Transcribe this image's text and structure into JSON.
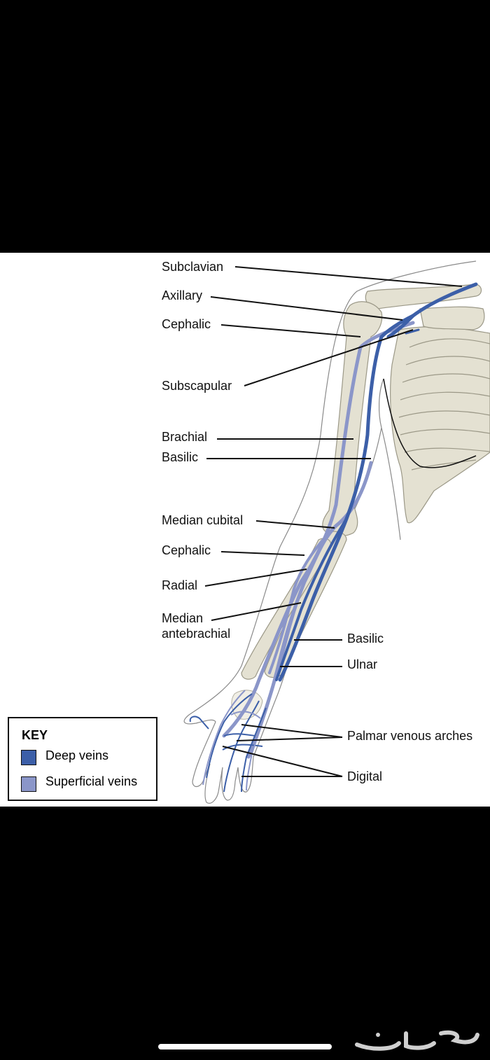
{
  "labels": {
    "subclavian": "Subclavian",
    "axillary": "Axillary",
    "cephalic_upper": "Cephalic",
    "subscapular": "Subscapular",
    "brachial": "Brachial",
    "basilic_upper": "Basilic",
    "median_cubital": "Median cubital",
    "cephalic_lower": "Cephalic",
    "radial": "Radial",
    "median_line1": "Median",
    "median_line2": "antebrachial",
    "basilic_lower": "Basilic",
    "ulnar": "Ulnar",
    "palmar": "Palmar venous arches",
    "digital": "Digital"
  },
  "key": {
    "title": "KEY",
    "deep": "Deep veins",
    "superficial": "Superficial veins"
  },
  "colors": {
    "deep_vein": "#3c5fa8",
    "superficial_vein": "#8b96c9",
    "bone": "#e4e1d2",
    "bone_outline": "#9b9887",
    "skin_outline": "#8a8a8a",
    "background_panel": "#ffffff",
    "background_screen": "#000000"
  },
  "watermark": {
    "logo": "haraj-logo"
  }
}
